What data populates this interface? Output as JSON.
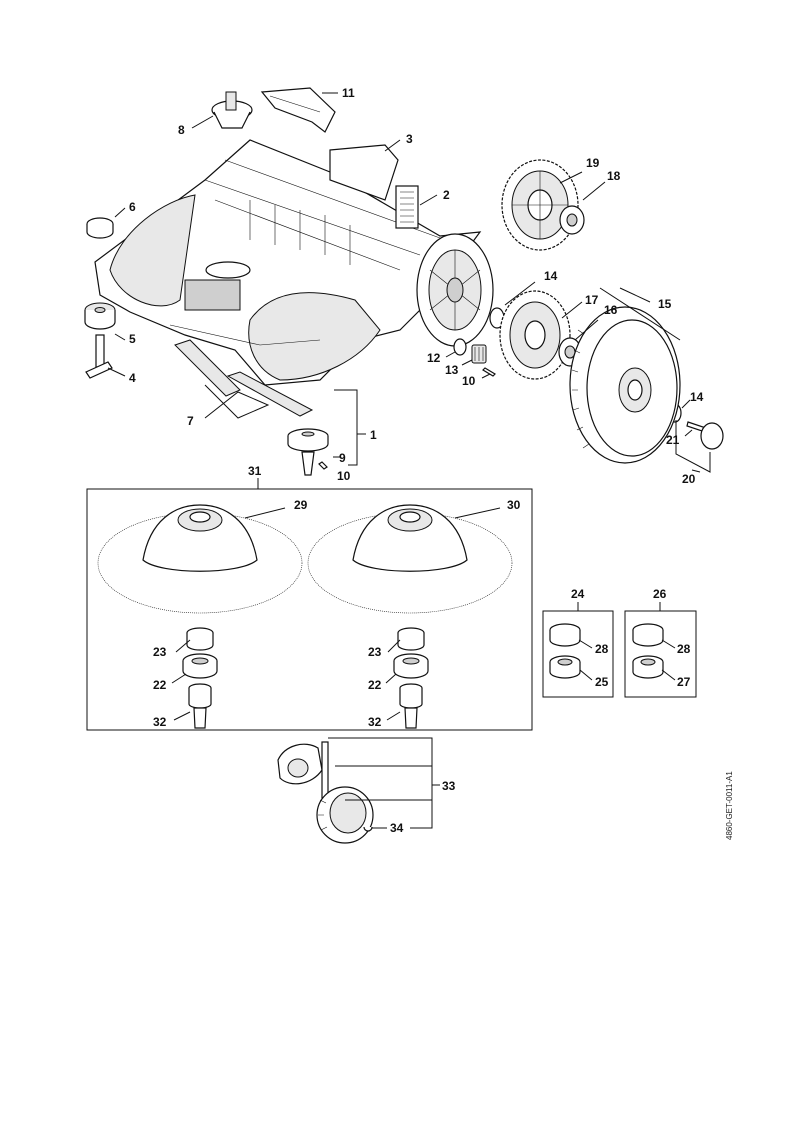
{
  "diagram": {
    "code": "4860-GET-0011-A1",
    "callouts": {
      "c1": "1",
      "c2": "2",
      "c3": "3",
      "c4": "4",
      "c5": "5",
      "c6": "6",
      "c7": "7",
      "c8": "8",
      "c9": "9",
      "c10a": "10",
      "c10b": "10",
      "c11": "11",
      "c12": "12",
      "c13": "13",
      "c14a": "14",
      "c14b": "14",
      "c15": "15",
      "c16": "16",
      "c17": "17",
      "c18": "18",
      "c19": "19",
      "c20": "20",
      "c21": "21",
      "c22a": "22",
      "c22b": "22",
      "c23a": "23",
      "c23b": "23",
      "c24": "24",
      "c25": "25",
      "c26": "26",
      "c27": "27",
      "c28a": "28",
      "c28b": "28",
      "c29": "29",
      "c30": "30",
      "c31": "31",
      "c32a": "32",
      "c32b": "32",
      "c33": "33",
      "c34": "34"
    }
  }
}
